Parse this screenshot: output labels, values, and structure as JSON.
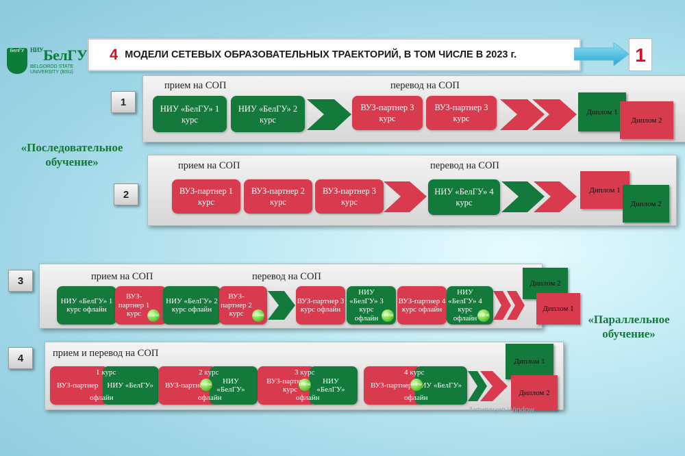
{
  "logo": {
    "badge": "БелГУ",
    "name_prefix": "НИУ",
    "name": "БелГУ",
    "sub1": "BELGOROD STATE",
    "sub2": "UNIVERSITY (BSU)"
  },
  "header": {
    "number": "4",
    "title": "МОДЕЛИ СЕТЕВЫХ ОБРАЗОВАТЕЛЬНЫХ ТРАЕКТОРИЙ, В ТОМ ЧИСЛЕ В 2023 г.",
    "slide": "1"
  },
  "side_labels": {
    "sequential": "«Последовательное обучение»",
    "parallel": "«Параллельное обучение»"
  },
  "rows": {
    "r1": {
      "num": "1",
      "lbl_a": "прием на СОП",
      "lbl_b": "перевод на СОП",
      "b1": "НИУ «БелГУ» 1 курс",
      "b2": "НИУ «БелГУ» 2 курс",
      "b3": "ВУЗ-партнер 3 курс",
      "b4": "ВУЗ-партнер 3 курс",
      "d1": "Диплом 1",
      "d2": "Диплом 2"
    },
    "r2": {
      "num": "2",
      "lbl_a": "прием на СОП",
      "lbl_b": "перевод на СОП",
      "b1": "ВУЗ-партнер 1 курс",
      "b2": "ВУЗ-партнер 2 курс",
      "b3": "ВУЗ-партнер 3 курс",
      "b4": "НИУ «БелГУ» 4 курс",
      "d1": "Диплом 1",
      "d2": "Диплом 2"
    },
    "r3": {
      "num": "3",
      "lbl_a": "прием на СОП",
      "lbl_b": "перевод на СОП",
      "b1": "НИУ «БелГУ» 1 курс офлайн",
      "b2": "ВУЗ-партнер 1 курс",
      "b3": "НИУ «БелГУ» 2 курс офлайн",
      "b4": "ВУЗ-партнер 2 курс",
      "b5": "ВУЗ-партнер 3 курс офлайн",
      "b6": "НИУ «БелГУ» 3 курс офлайн",
      "b7": "ВУЗ-партнер 4 курс офлайн",
      "b8": "НИУ «БелГУ» 4 курс офлайн",
      "online": "online",
      "d1": "Диплом 2",
      "d2": "Диплом 1"
    },
    "r4": {
      "num": "4",
      "lbl_a": "прием и перевод на СОП",
      "p1_left": "ВУЗ-партнер",
      "p1_course": "1 курс",
      "p1_off": "офлайн",
      "p1_right": "НИУ «БелГУ»",
      "p2_left": "ВУЗ-партнер",
      "p2_course": "2 курс",
      "p2_off": "офлайн",
      "p2_right": "НИУ «БелГУ»",
      "p3_left": "ВУЗ-партнер 3 курс",
      "p3_course": "3 курс",
      "p3_off": "офлайн",
      "p3_right": "НИУ «БелГУ»",
      "p4_left": "ВУЗ-партнер",
      "p4_course": "4 курс",
      "p4_off": "офлайн",
      "p4_right": "НИУ «БелГУ»",
      "online": "online",
      "d1": "Диплом 1",
      "d2": "Диплом 2"
    }
  },
  "watermark": "Активация Window",
  "colors": {
    "green": "#137a3b",
    "red": "#d83a4e",
    "accent": "#d3102a"
  }
}
